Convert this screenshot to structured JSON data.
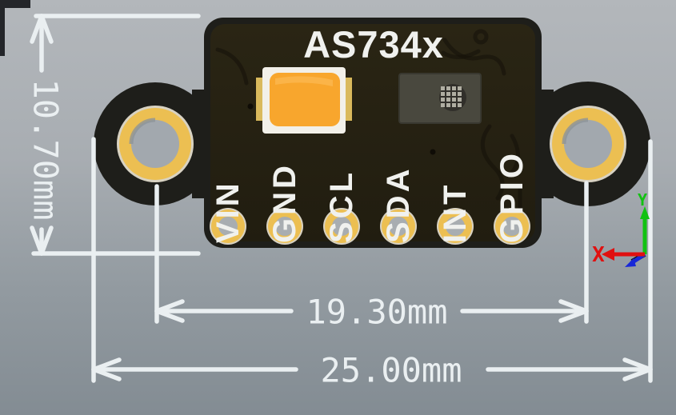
{
  "board": {
    "title": "AS734x",
    "pins": [
      "VIN",
      "GND",
      "SCL",
      "SDA",
      "INT",
      "GPIO"
    ]
  },
  "dimensions": {
    "board_height": "10.70mm",
    "hole_spacing": "19.30mm",
    "board_width": "25.00mm"
  },
  "axes": {
    "x": "X",
    "y": "Y"
  },
  "colors": {
    "bg-top": "#b3b7bb",
    "bg-bottom": "#838c93",
    "pcb-edge": "#1e1e1a",
    "pcb-face": "#272212",
    "gold": "#ecbf52",
    "pad-rim": "#d8d2c2",
    "hole-bg": "#a2a8ae",
    "led-orange": "#f8a62d",
    "led-white": "#f2f0e9",
    "led-terminal": "#d9b95c",
    "sensor-gray": "#49483e",
    "sensor-grid": "#b0aea2",
    "silk": "#f0f1ee",
    "dim": "#eaeff1",
    "axis-x": "#e01010",
    "axis-y": "#12c212",
    "axis-z": "#1828d8"
  }
}
